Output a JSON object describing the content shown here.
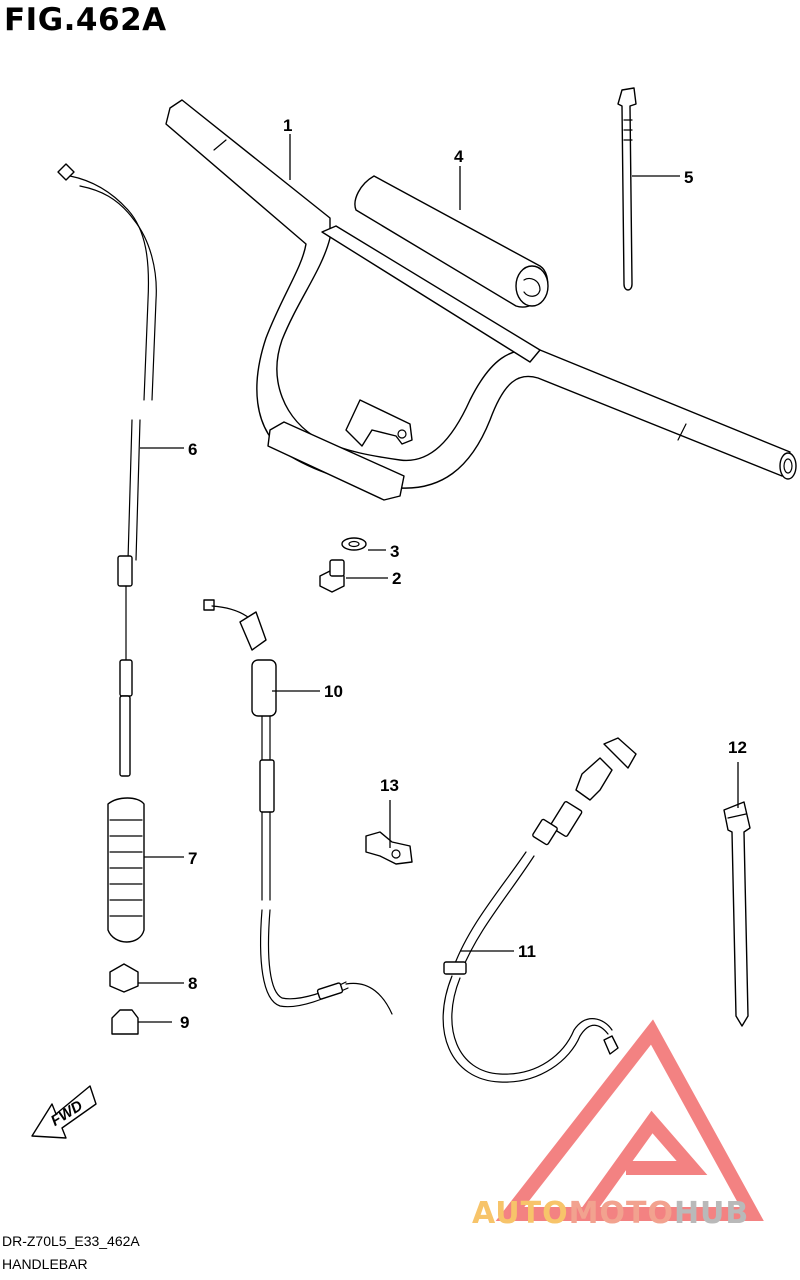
{
  "figure": {
    "title": "FIG.462A",
    "code": "DR-Z70L5_E33_462A",
    "name": "HANDLEBAR"
  },
  "callouts": [
    "1",
    "2",
    "3",
    "4",
    "5",
    "6",
    "7",
    "8",
    "9",
    "10",
    "11",
    "12",
    "13"
  ],
  "direction_marker": "FWD",
  "watermark": {
    "logo_icon": "triangle-logo-icon",
    "word1": "AUTO",
    "word2": "MOTO",
    "word3": "HUB",
    "colors": {
      "auto": "#f7c46a",
      "moto": "#f2a28f",
      "hub": "#b9b9b9",
      "triangle": "#f26d6d"
    }
  }
}
